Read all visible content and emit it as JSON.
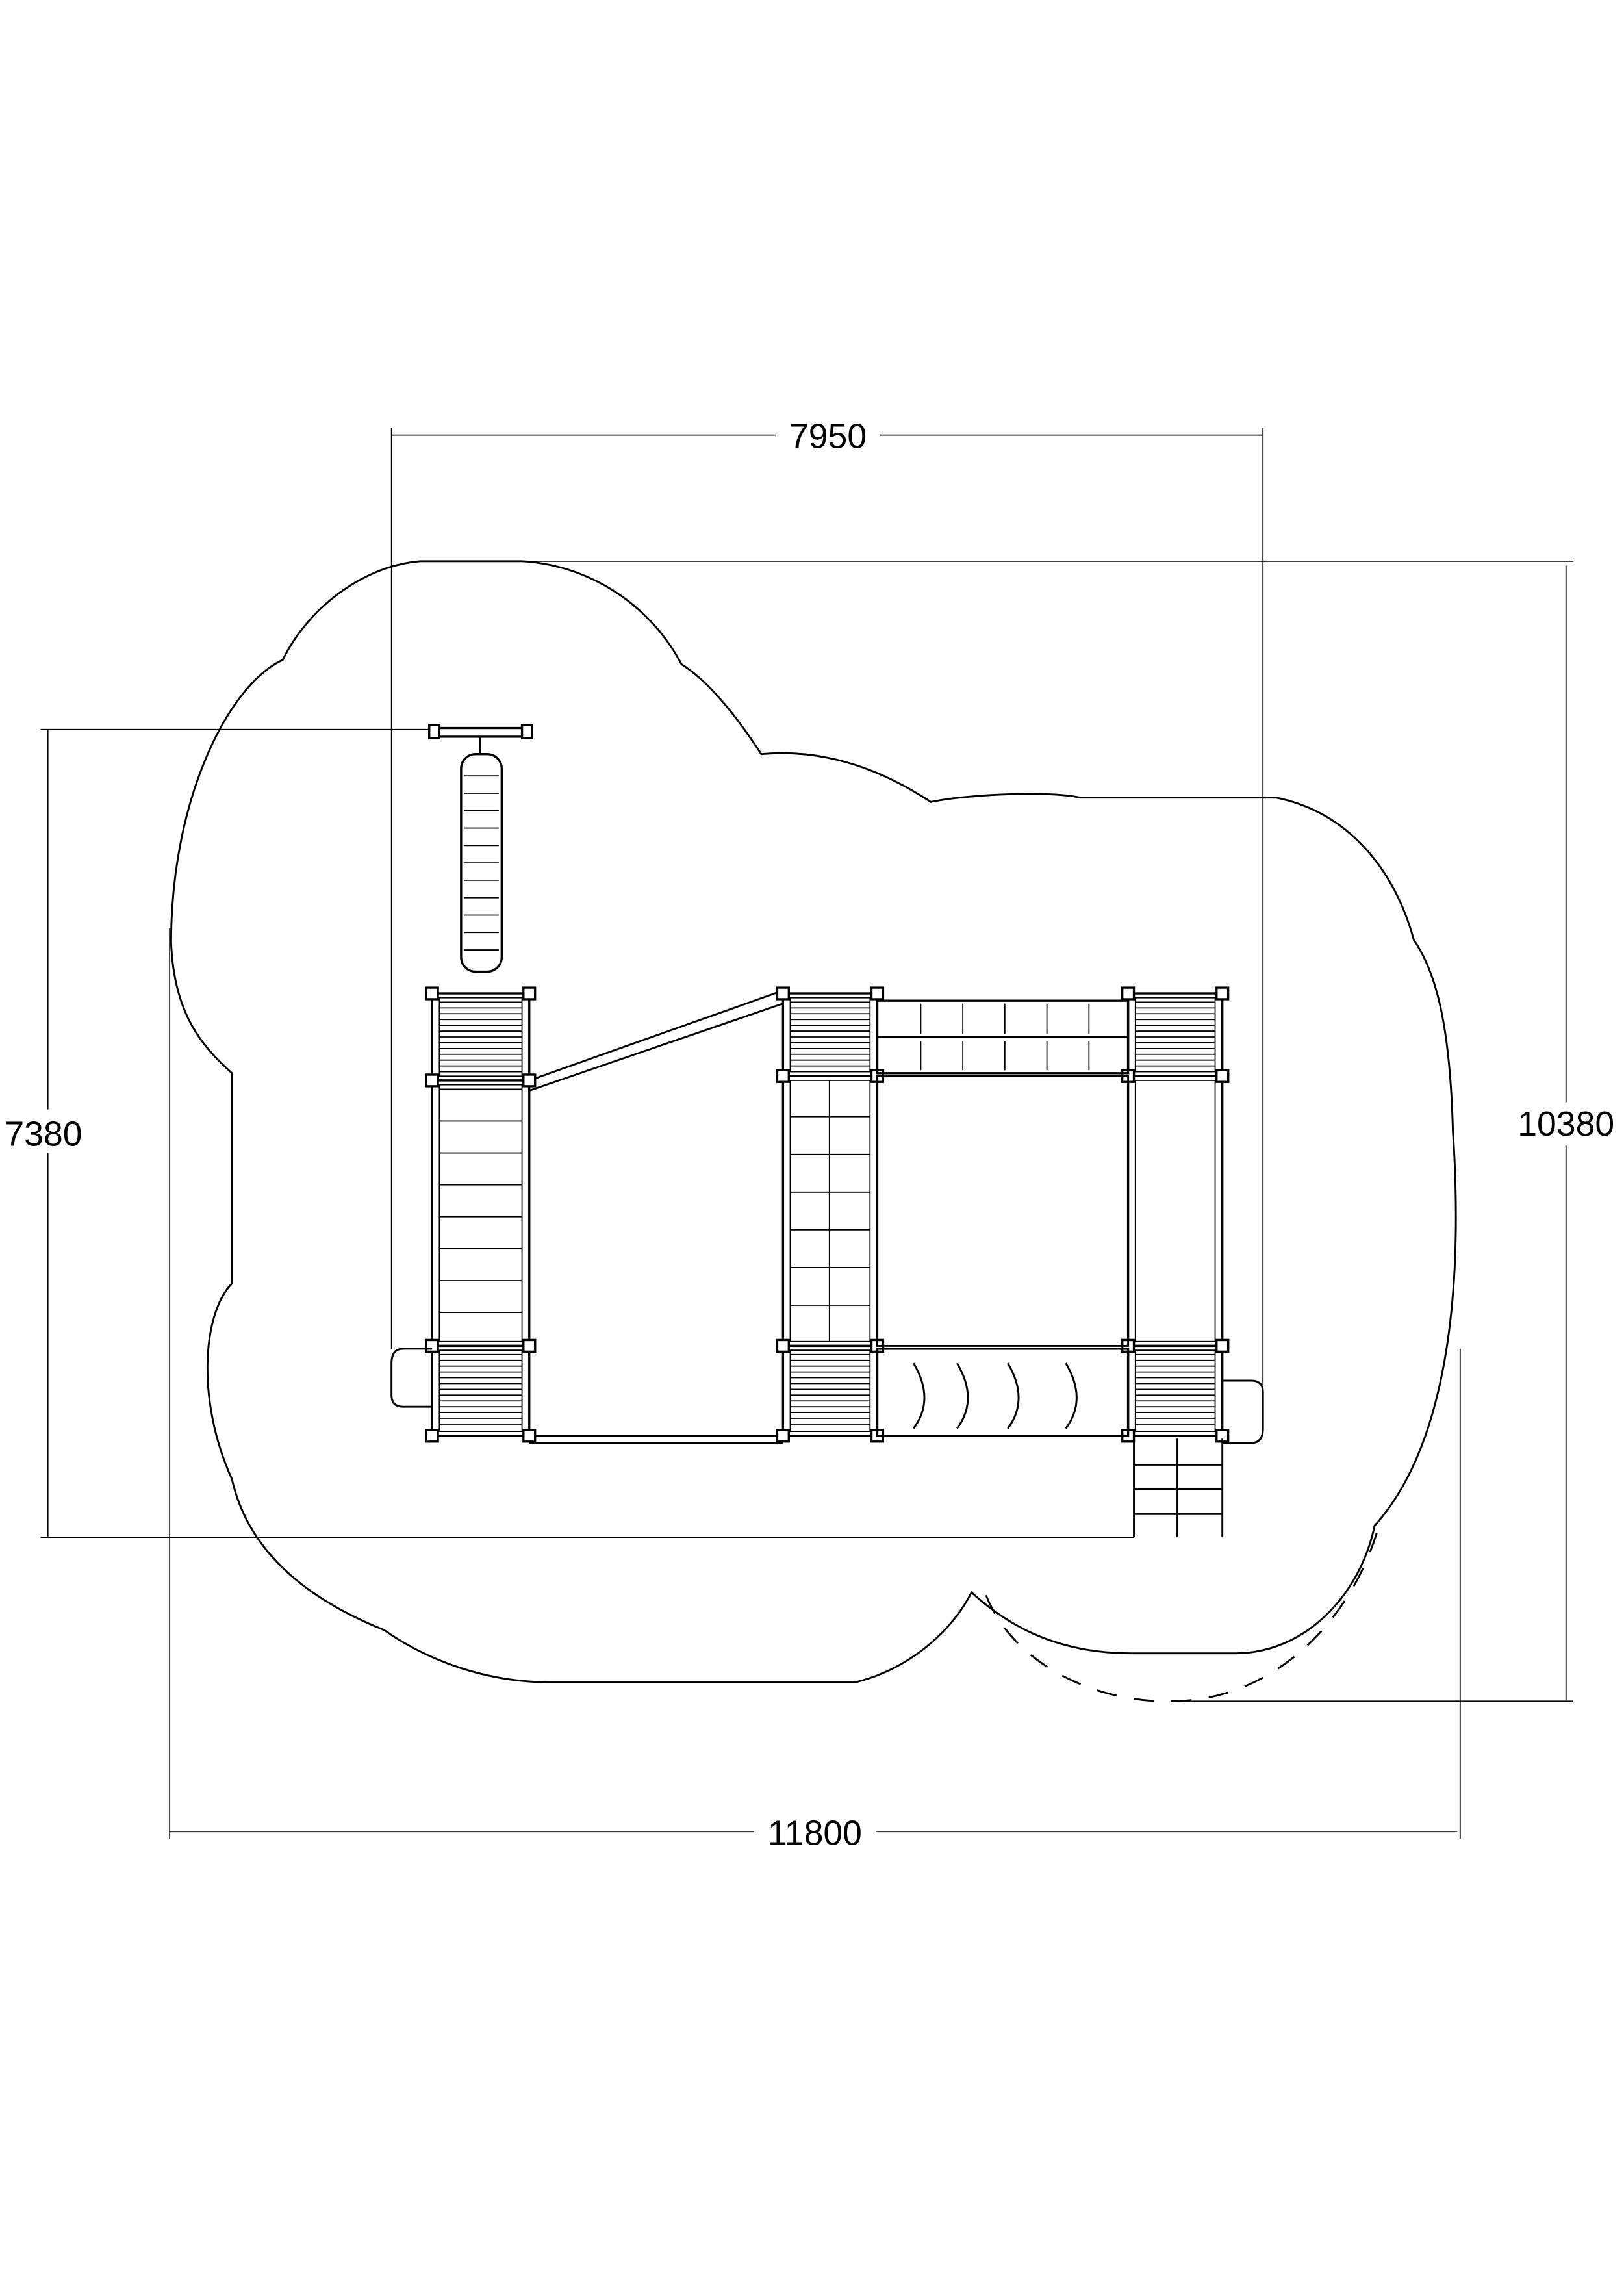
{
  "dimensions": {
    "top_width": "7950",
    "left_height": "7380",
    "right_height": "10380",
    "bottom_width": "11800"
  }
}
